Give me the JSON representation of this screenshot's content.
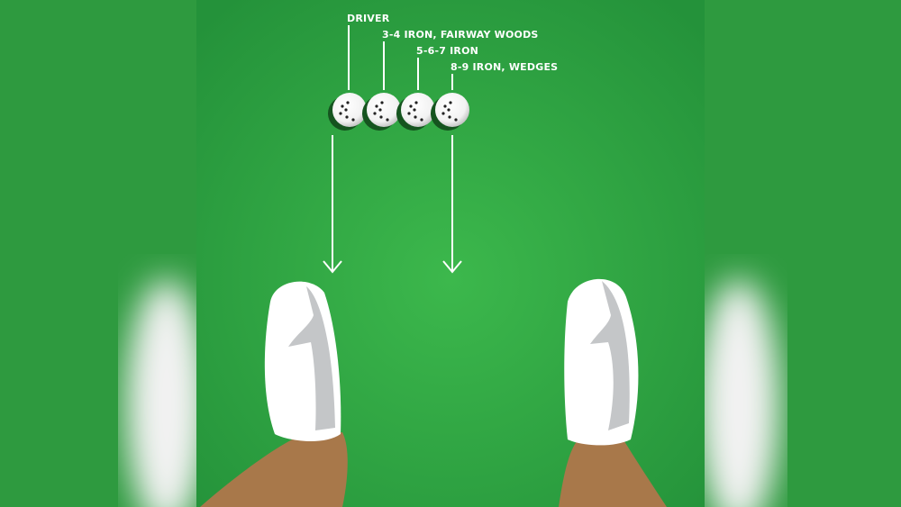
{
  "labels": {
    "driver": "DRIVER",
    "long_irons": "3-4 IRON, FAIRWAY WOODS",
    "mid_irons": "5-6-7 IRON",
    "short_irons": "8-9 IRON, WEDGES"
  },
  "colors": {
    "grass": "#3ab54a",
    "grass_dark": "#2a9a3a",
    "skin": "#a8784a",
    "shoe": "#ffffff",
    "shoe_shadow": "#c4c6c8"
  }
}
